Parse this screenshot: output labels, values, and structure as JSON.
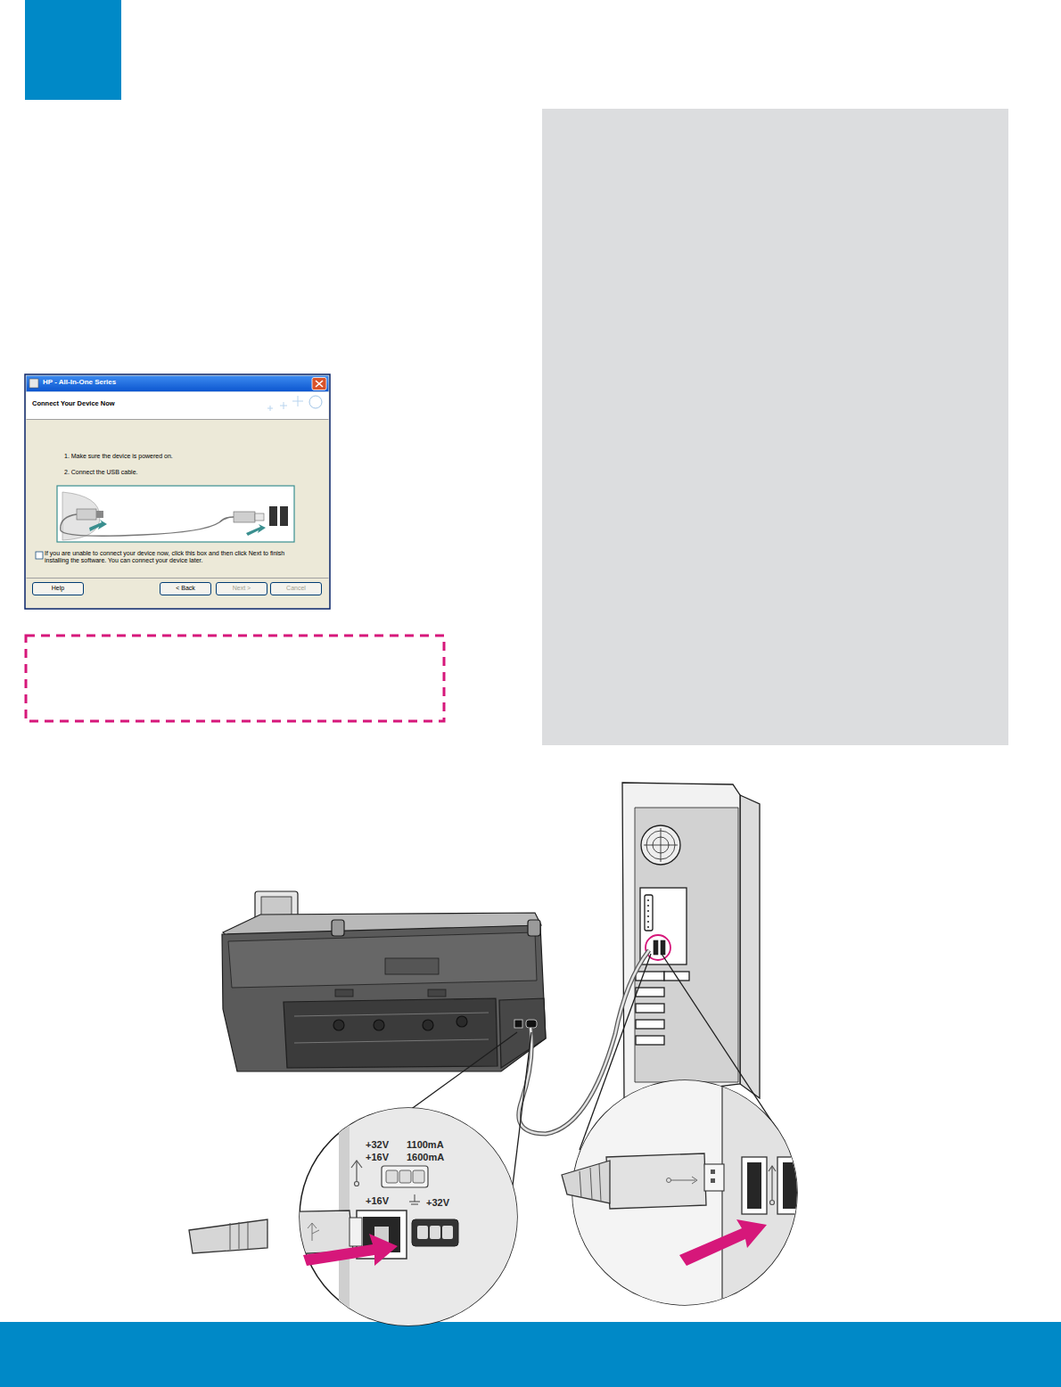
{
  "diagram": {
    "nodes": [
      {
        "text": [
          "HP - All-In-One Series",
          "Connect Your Device Now",
          "1. Make sure the device is powered on.",
          "2. Connect the USB cable.",
          "If you are unable to connect your device now, click this box and then click Next to finish installing the software. You can connect your device later."
        ]
      },
      {
        "text": [
          "Help"
        ],
        "in": 0
      },
      {
        "text": [
          "< Back"
        ],
        "in": 0
      },
      {
        "text": [
          "Next >"
        ],
        "in": 0
      },
      {
        "text": [
          "Cancel"
        ],
        "in": 0
      }
    ],
    "labels": [
      "+32V",
      "1100mA",
      "+16V",
      "1600mA",
      "+16V",
      "+32V"
    ]
  }
}
